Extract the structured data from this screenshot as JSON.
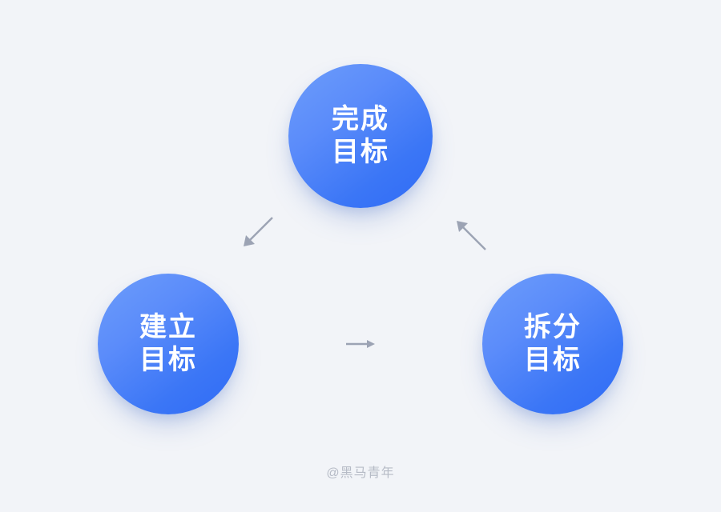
{
  "diagram": {
    "type": "cycle-flow",
    "background_color": "#f2f4f8",
    "accent_color": "#3b76f6",
    "accent_color_light": "#6d9dfb",
    "arrow_color": "#9ca3b4",
    "node_text_color": "#ffffff",
    "nodes": [
      {
        "id": "complete-goal",
        "position": "top",
        "line1": "完成",
        "line2": "目标",
        "full_label": "完成目标"
      },
      {
        "id": "establish-goal",
        "position": "bottom-left",
        "line1": "建立",
        "line2": "目标",
        "full_label": "建立目标"
      },
      {
        "id": "split-goal",
        "position": "bottom-right",
        "line1": "拆分",
        "line2": "目标",
        "full_label": "拆分目标"
      }
    ],
    "arrows": [
      {
        "id": "top-to-left",
        "from": "complete-goal",
        "to": "establish-goal",
        "direction": "down-left"
      },
      {
        "id": "right-to-top",
        "from": "split-goal",
        "to": "complete-goal",
        "direction": "up-left"
      },
      {
        "id": "left-to-right",
        "from": "establish-goal",
        "to": "split-goal",
        "direction": "right"
      }
    ]
  },
  "watermark": {
    "text": "@黑马青年"
  }
}
